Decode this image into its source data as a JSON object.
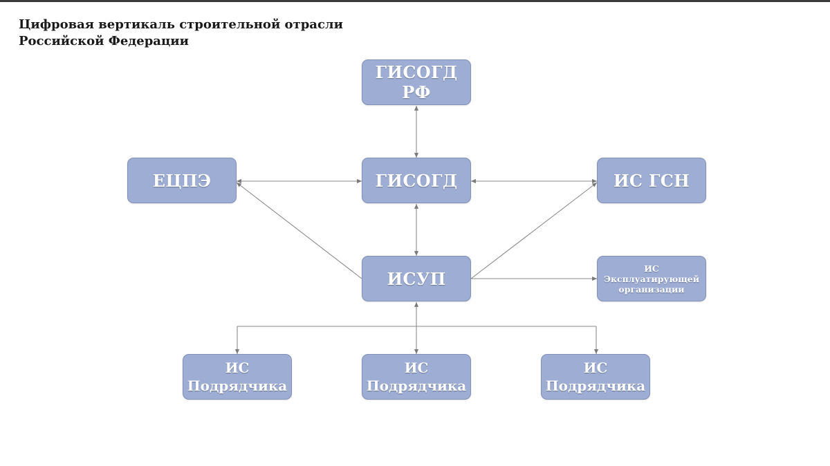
{
  "title": {
    "line1": "Цифровая вертикаль строительной отрасли",
    "line2": "Российской Федерации"
  },
  "nodes": {
    "gisogd_rf": {
      "label": "ГИСОГД РФ"
    },
    "ecpe": {
      "label": "ЕЦПЭ"
    },
    "gisogd": {
      "label": "ГИСОГД"
    },
    "is_gsn": {
      "label": "ИС ГСН"
    },
    "isup": {
      "label": "ИСУП"
    },
    "is_operating_org": {
      "line1": "ИС",
      "line2": "Эксплуатирующей",
      "line3": "организации"
    },
    "contractor_1": {
      "line1": "ИС",
      "line2": "Подрядчика"
    },
    "contractor_2": {
      "line1": "ИС",
      "line2": "Подрядчика"
    },
    "contractor_3": {
      "line1": "ИС",
      "line2": "Подрядчика"
    }
  },
  "colors": {
    "node_fill": "#9eadd3",
    "node_border": "#8090b6",
    "node_text": "#ffffff",
    "connector": "#8a8a8a"
  }
}
